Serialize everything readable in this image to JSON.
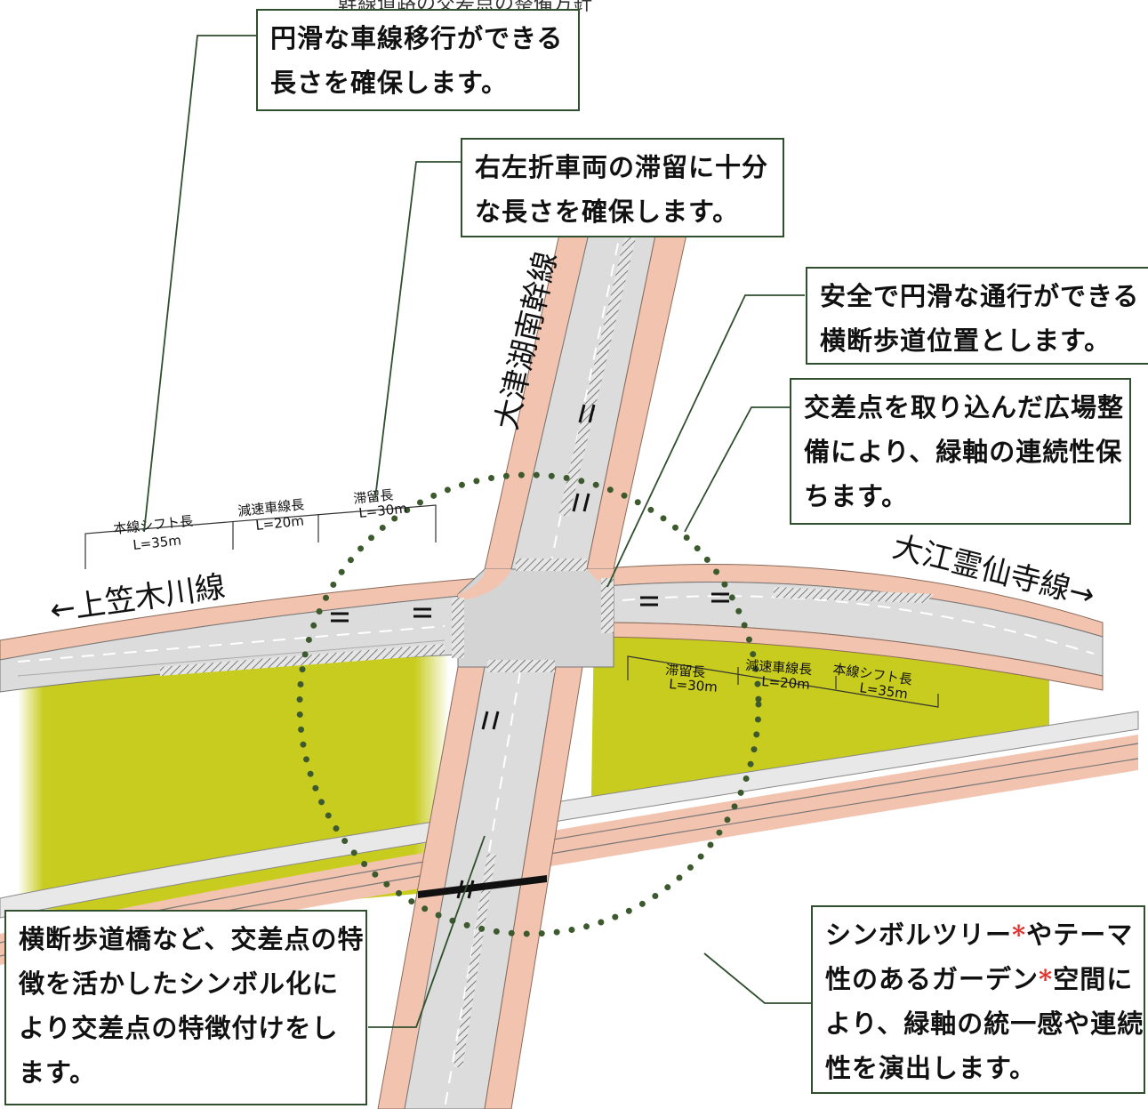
{
  "top_clipped_text": "幹線道路の交差点の整備方針",
  "callouts": {
    "shift": {
      "lines": [
        "円滑な車線移行ができる",
        "長さを確保します。"
      ]
    },
    "storage": {
      "lines": [
        "右左折車両の滞留に十分",
        "な長さを確保します。"
      ]
    },
    "crosswalk": {
      "lines": [
        "安全で円滑な通行ができる",
        "横断歩道位置とします。"
      ]
    },
    "plaza": {
      "lines": [
        "交差点を取り込んだ広場整",
        "備により、緑軸の連続性保",
        "ちます。"
      ]
    },
    "bridge": {
      "lines": [
        "横断歩道橋など、交差点の特",
        "徴を活かしたシンボル化に",
        "より交差点の特徴付けをし",
        "ます。"
      ]
    },
    "garden": {
      "line1_a": "シンボルツリー",
      "line1_ast": "*",
      "line1_b": "やテーマ",
      "line2_a": "性のあるガーデン",
      "line2_ast": "*",
      "line2_b": "空間に",
      "line3": "より、緑軸の統一感や連続",
      "line4": "性を演出します。"
    }
  },
  "roads": {
    "north": "大津湖南幹線",
    "west": "←上笠木川線",
    "east": "大江霊仙寺線→"
  },
  "lengths_west": {
    "shift_name": "本線シフト長",
    "shift_len": "L=35m",
    "decel_name": "減速車線長",
    "decel_len": "L=20m",
    "storage_name": "滞留長",
    "storage_len": "L=30m"
  },
  "lengths_east": {
    "storage_name": "滞留長",
    "storage_len": "L=30m",
    "decel_name": "減速車線長",
    "decel_len": "L=20m",
    "shift_name": "本線シフト長",
    "shift_len": "L=35m"
  },
  "colors": {
    "sidewalk": "#f2c4b0",
    "road": "#d9d9d9",
    "green_belt": "#c8cc1e",
    "dotted_circle": "#3d5a2e",
    "callout_border": "#2f4f2f",
    "asterisk": "#e0302a"
  }
}
